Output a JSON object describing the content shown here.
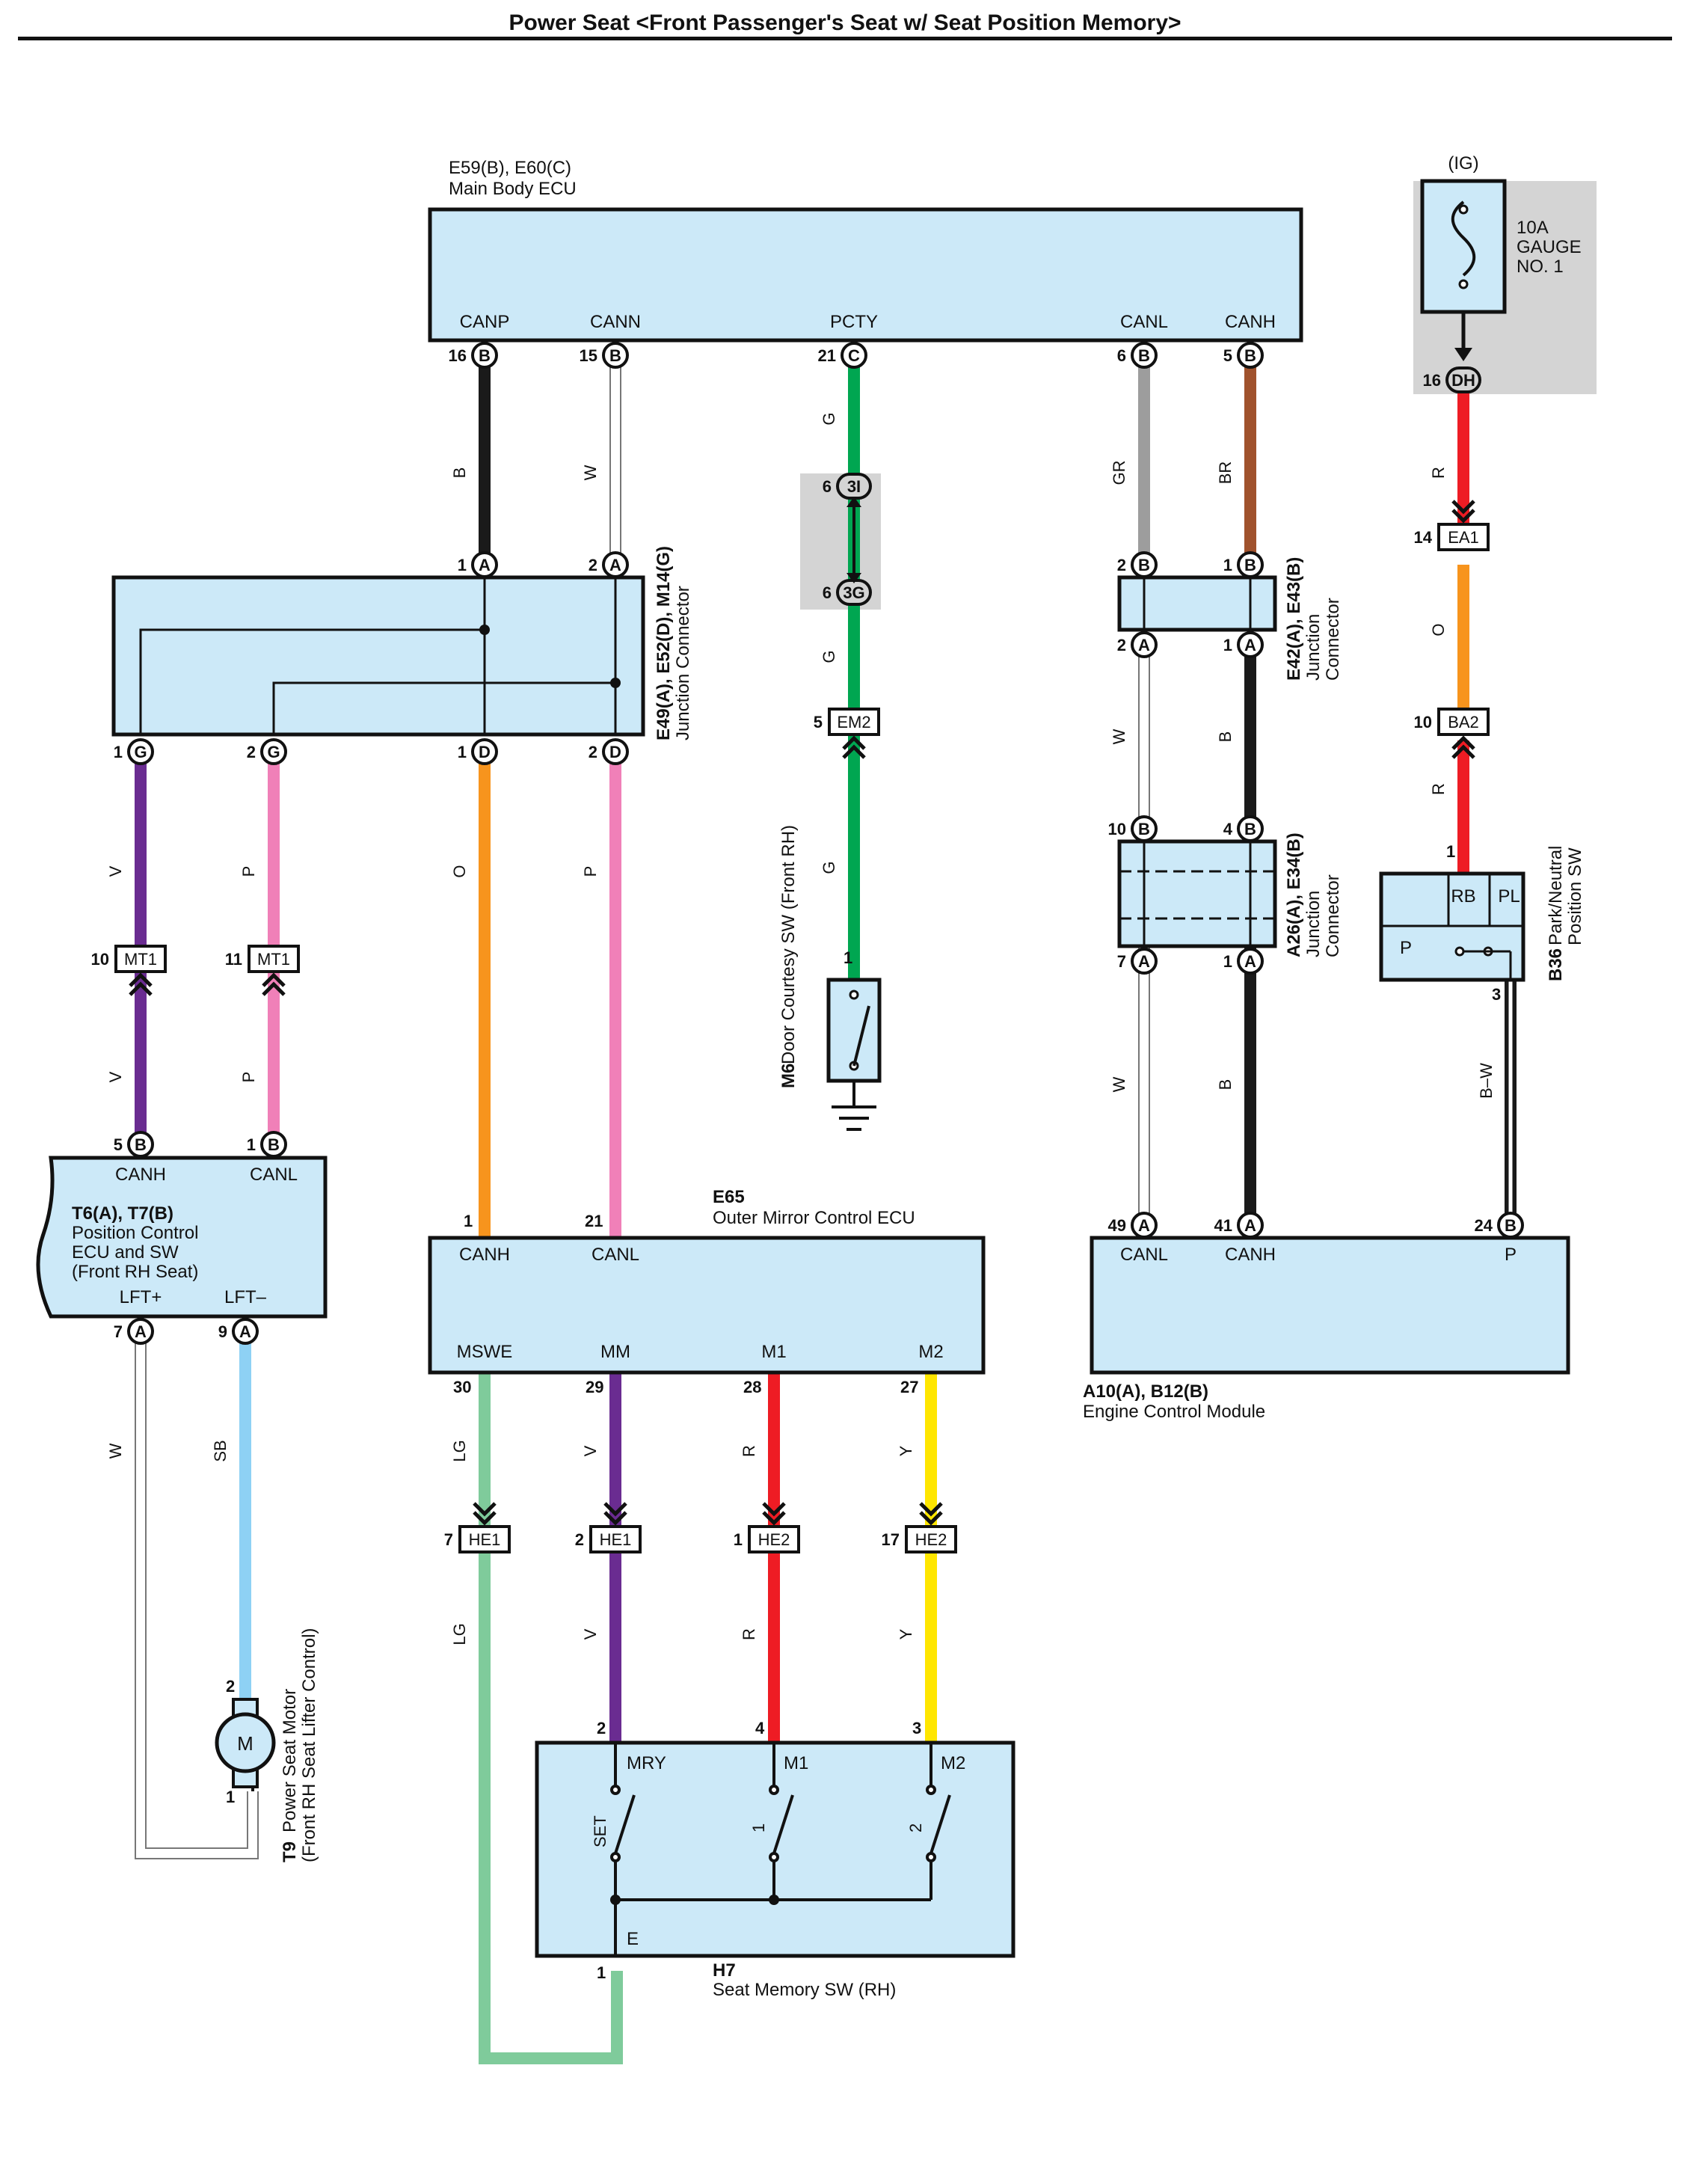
{
  "title": "Power Seat <Front Passenger's Seat w/ Seat Position Memory>",
  "colors": {
    "box_fill": "#cce9f8",
    "gray_shade": "#d4d4d4",
    "B": "#1a1a1a",
    "W": "#ffffff",
    "G": "#00a651",
    "GR": "#9d9d9d",
    "BR": "#a0522d",
    "R": "#ee1c24",
    "O": "#f7941d",
    "V": "#6a2c91",
    "P": "#f080b8",
    "SB": "#8ed1f4",
    "LG": "#7fcb9b",
    "Y": "#ffe600",
    "B-W": "#1a1a1a"
  },
  "components": {
    "main_body_ecu": {
      "codes": "E59(B), E60(C)",
      "name": "Main Body ECU",
      "terminals": {
        "canp": "CANP",
        "cann": "CANN",
        "pcty": "PCTY",
        "canl": "CANL",
        "canh": "CANH"
      }
    },
    "fuse": {
      "supply": "(IG)",
      "amp": "10A",
      "name1": "GAUGE",
      "name2": "NO. 1"
    },
    "jc_main": {
      "codes": "E49(A), E52(D), M14(G)",
      "name": "Junction Connector"
    },
    "jc_e42": {
      "codes": "E42(A), E43(B)",
      "name1": "Junction",
      "name2": "Connector"
    },
    "jc_a26": {
      "codes": "A26(A), E34(B)",
      "name1": "Junction",
      "name2": "Connector"
    },
    "door_sw": {
      "code": "M6",
      "name": "Door Courtesy SW (Front RH)"
    },
    "pn_sw": {
      "code": "B36",
      "name1": "Park/Neutral",
      "name2": "Position SW",
      "rb": "RB",
      "pl": "PL",
      "p": "P"
    },
    "pos_ecu": {
      "codes": "T6(A), T7(B)",
      "name1": "Position Control",
      "name2": "ECU and SW",
      "name3": "(Front RH Seat)",
      "canh": "CANH",
      "canl": "CANL",
      "lftp": "LFT+",
      "lftm": "LFT–"
    },
    "mirror_ecu": {
      "code": "E65",
      "name": "Outer Mirror Control ECU",
      "canh": "CANH",
      "canl": "CANL",
      "mswe": "MSWE",
      "mm": "MM",
      "m1": "M1",
      "m2": "M2"
    },
    "ecm": {
      "codes": "A10(A), B12(B)",
      "name": "Engine Control Module",
      "canl": "CANL",
      "canh": "CANH",
      "p": "P"
    },
    "motor": {
      "code": "T9",
      "name1": "Power Seat Motor",
      "name2": "(Front RH Seat Lifter Control)",
      "symbol": "M"
    },
    "seat_mem_sw": {
      "code": "H7",
      "name": "Seat Memory SW (RH)",
      "mry": "MRY",
      "m1": "M1",
      "m2": "M2",
      "e": "E",
      "sw_set": "SET",
      "sw_1": "1",
      "sw_2": "2"
    }
  },
  "pins": [
    {
      "id": "p-e59-16",
      "num": "16",
      "letter": "B"
    },
    {
      "id": "p-e59-15",
      "num": "15",
      "letter": "B"
    },
    {
      "id": "p-e59-21",
      "num": "21",
      "letter": "C"
    },
    {
      "id": "p-e59-6",
      "num": "6",
      "letter": "B"
    },
    {
      "id": "p-e59-5",
      "num": "5",
      "letter": "B"
    },
    {
      "id": "p-dh16",
      "num": "16",
      "letter": "DH"
    },
    {
      "id": "p-jc-1a",
      "num": "1",
      "letter": "A"
    },
    {
      "id": "p-jc-2a",
      "num": "2",
      "letter": "A"
    },
    {
      "id": "p-jc-1g",
      "num": "1",
      "letter": "G"
    },
    {
      "id": "p-jc-2g",
      "num": "2",
      "letter": "G"
    },
    {
      "id": "p-jc-1d",
      "num": "1",
      "letter": "D"
    },
    {
      "id": "p-jc-2d",
      "num": "2",
      "letter": "D"
    },
    {
      "id": "p-3i",
      "num": "6",
      "letter": "3I"
    },
    {
      "id": "p-3g",
      "num": "6",
      "letter": "3G"
    },
    {
      "id": "p-e42-2b",
      "num": "2",
      "letter": "B"
    },
    {
      "id": "p-e42-1b",
      "num": "1",
      "letter": "B"
    },
    {
      "id": "p-e42-2a",
      "num": "2",
      "letter": "A"
    },
    {
      "id": "p-e42-1a",
      "num": "1",
      "letter": "A"
    },
    {
      "id": "p-a26-10b",
      "num": "10",
      "letter": "B"
    },
    {
      "id": "p-a26-4b",
      "num": "4",
      "letter": "B"
    },
    {
      "id": "p-a26-7a",
      "num": "7",
      "letter": "A"
    },
    {
      "id": "p-a26-1a",
      "num": "1",
      "letter": "A"
    },
    {
      "id": "p-t6-5b",
      "num": "5",
      "letter": "B"
    },
    {
      "id": "p-t6-1b",
      "num": "1",
      "letter": "B"
    },
    {
      "id": "p-t6-7a",
      "num": "7",
      "letter": "A"
    },
    {
      "id": "p-t6-9a",
      "num": "9",
      "letter": "A"
    },
    {
      "id": "p-ecm-49",
      "num": "49",
      "letter": "A"
    },
    {
      "id": "p-ecm-41",
      "num": "41",
      "letter": "A"
    },
    {
      "id": "p-ecm-24",
      "num": "24",
      "letter": "B"
    }
  ],
  "connectors": [
    {
      "id": "c-em2",
      "num": "5",
      "code": "EM2"
    },
    {
      "id": "c-ea1",
      "num": "14",
      "code": "EA1"
    },
    {
      "id": "c-ba2",
      "num": "10",
      "code": "BA2"
    },
    {
      "id": "c-mt1a",
      "num": "10",
      "code": "MT1"
    },
    {
      "id": "c-mt1b",
      "num": "11",
      "code": "MT1"
    },
    {
      "id": "c-he1a",
      "num": "7",
      "code": "HE1"
    },
    {
      "id": "c-he1b",
      "num": "2",
      "code": "HE1"
    },
    {
      "id": "c-he2a",
      "num": "1",
      "code": "HE2"
    },
    {
      "id": "c-he2b",
      "num": "17",
      "code": "HE2"
    }
  ],
  "plain_pins": {
    "m6_1": "1",
    "b36_1": "1",
    "b36_3": "3",
    "e65_1": "1",
    "e65_21": "21",
    "e65_30": "30",
    "e65_29": "29",
    "e65_28": "28",
    "e65_27": "27",
    "h7_2": "2",
    "h7_4": "4",
    "h7_3": "3",
    "h7_1": "1",
    "t9_2": "2",
    "t9_1": "1"
  },
  "wire_codes": {
    "b1": "B",
    "w1": "W",
    "g1": "G",
    "g2": "G",
    "g3": "G",
    "gr": "GR",
    "br": "BR",
    "r1": "R",
    "o1": "O",
    "r2": "R",
    "w2": "W",
    "b2": "B",
    "w3": "W",
    "b3": "B",
    "bw": "B–W",
    "v1": "V",
    "p1": "P",
    "o2": "O",
    "p2": "P",
    "v2": "V",
    "p3": "P",
    "w4": "W",
    "sb": "SB",
    "lg1": "LG",
    "v3": "V",
    "r3": "R",
    "y1": "Y",
    "lg2": "LG",
    "v4": "V",
    "r4": "R",
    "y2": "Y"
  }
}
